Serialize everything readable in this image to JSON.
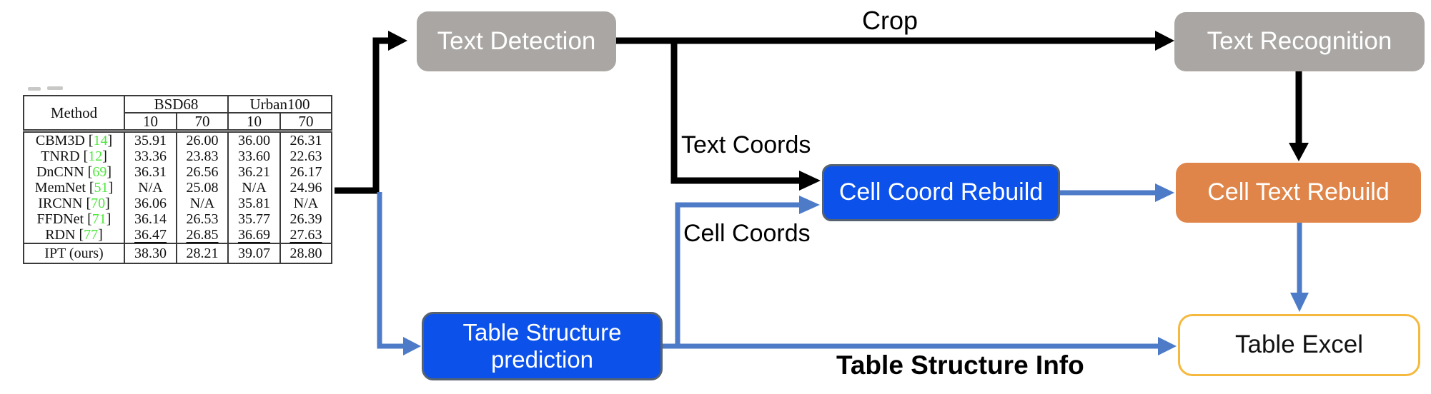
{
  "diagram": {
    "nodes": {
      "text_detection": {
        "label": "Text Detection"
      },
      "text_recognition": {
        "label": "Text Recognition"
      },
      "cell_coord_rebuild": {
        "label": "Cell Coord Rebuild"
      },
      "cell_text_rebuild": {
        "label": "Cell Text Rebuild"
      },
      "table_structure_prediction": {
        "label": "Table Structure prediction"
      },
      "table_excel": {
        "label": "Table Excel"
      }
    },
    "edge_labels": {
      "crop": "Crop",
      "text_coords": "Text Coords",
      "cell_coords": "Cell Coords",
      "table_structure_info": "Table Structure Info"
    },
    "colors": {
      "gray_node": "#a9a6a3",
      "blue_node": "#0b51ea",
      "blue_node_border": "#566270",
      "orange_node": "#e0854a",
      "excel_border": "#f6b93f",
      "black_arrow": "#000000",
      "blue_arrow": "#4d7bc7",
      "citation_green": "#4ce73a"
    }
  },
  "table": {
    "headers": {
      "method": "Method",
      "group1": "BSD68",
      "group2": "Urban100",
      "sub": [
        "10",
        "70",
        "10",
        "70"
      ]
    },
    "rows": [
      {
        "method": "CBM3D",
        "cite": "14",
        "values": [
          "35.91",
          "26.00",
          "36.00",
          "26.31"
        ],
        "style": "normal"
      },
      {
        "method": "TNRD",
        "cite": "12",
        "values": [
          "33.36",
          "23.83",
          "33.60",
          "22.63"
        ],
        "style": "normal"
      },
      {
        "method": "DnCNN",
        "cite": "69",
        "values": [
          "36.31",
          "26.56",
          "36.21",
          "26.17"
        ],
        "style": "normal"
      },
      {
        "method": "MemNet",
        "cite": "51",
        "values": [
          "N/A",
          "25.08",
          "N/A",
          "24.96"
        ],
        "style": "normal"
      },
      {
        "method": "IRCNN",
        "cite": "70",
        "values": [
          "36.06",
          "N/A",
          "35.81",
          "N/A"
        ],
        "style": "normal"
      },
      {
        "method": "FFDNet",
        "cite": "71",
        "values": [
          "36.14",
          "26.53",
          "35.77",
          "26.39"
        ],
        "style": "normal"
      },
      {
        "method": "RDN",
        "cite": "77",
        "values": [
          "36.47",
          "26.85",
          "36.69",
          "27.63"
        ],
        "style": "underline"
      },
      {
        "method": "IPT (ours)",
        "cite": null,
        "values": [
          "38.30",
          "28.21",
          "39.07",
          "28.80"
        ],
        "style": "bold"
      }
    ]
  }
}
